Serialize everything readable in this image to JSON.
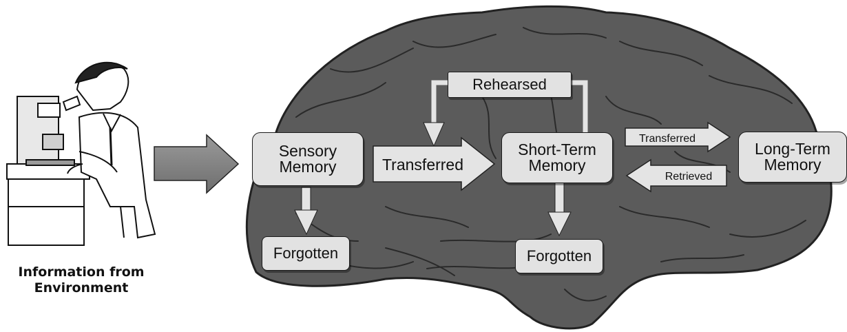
{
  "diagram": {
    "caption": "Information from\nEnvironment",
    "nodes": {
      "sensory_memory": "Sensory\nMemory",
      "short_term_memory": "Short-Term\nMemory",
      "long_term_memory": "Long-Term\nMemory",
      "forgotten_sensory": "Forgotten",
      "forgotten_short_term": "Forgotten",
      "rehearsed": "Rehearsed"
    },
    "arrows": {
      "sensory_to_short_term": "Transferred",
      "short_to_long_term": "Transferred",
      "long_to_short_term": "Retrieved"
    }
  }
}
